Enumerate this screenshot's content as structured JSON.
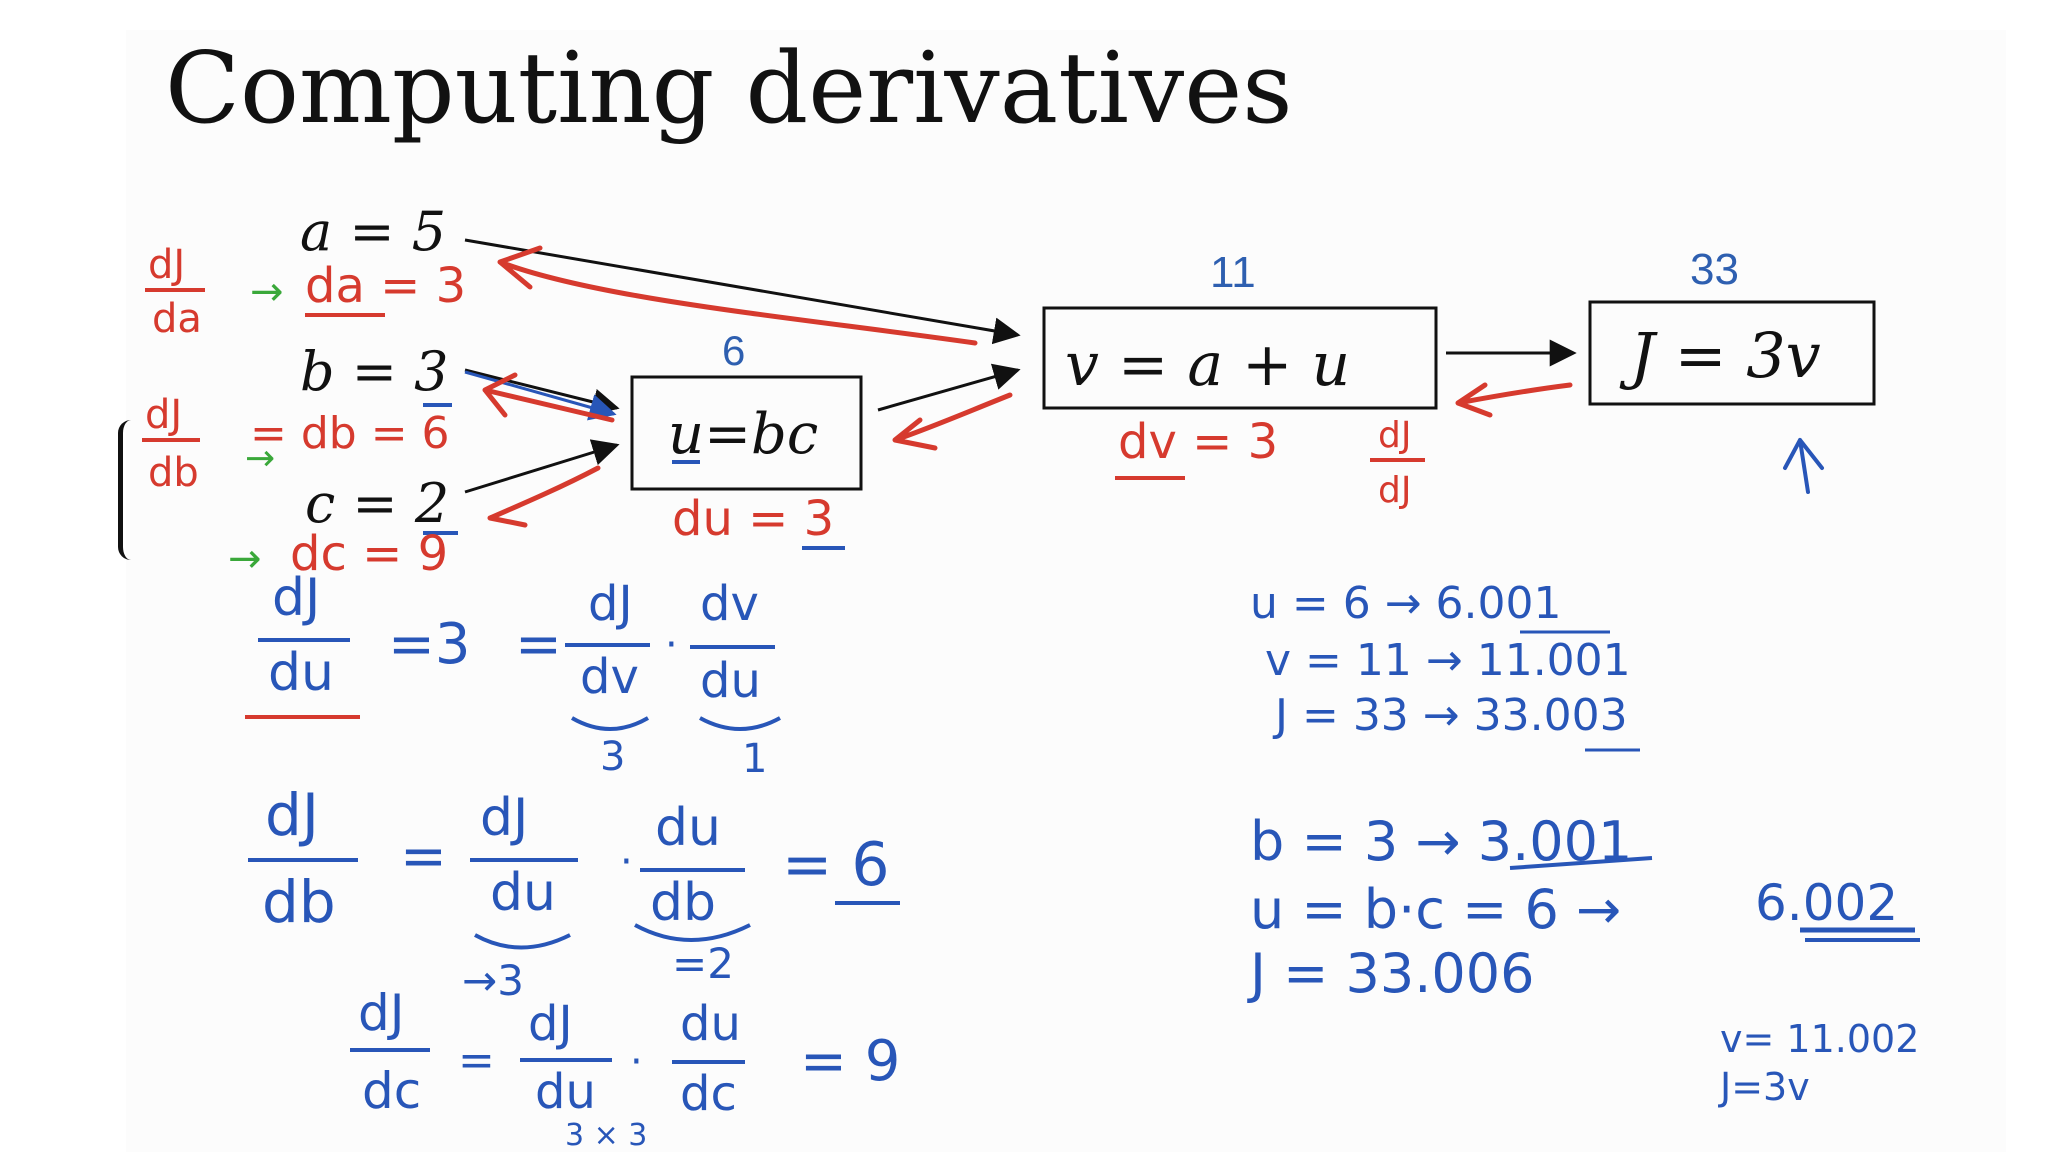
{
  "slide": {
    "title": "Computing derivatives"
  },
  "graph": {
    "inputs": {
      "a": "a = 5",
      "b": "b = 3",
      "c": "c = 2"
    },
    "nodes": {
      "u": {
        "expr": "u=bc",
        "value": "6"
      },
      "v": {
        "expr": "v = a + u",
        "value": "11"
      },
      "J": {
        "expr": "J = 3v",
        "value": "33"
      }
    }
  },
  "annotations": {
    "red": {
      "da_label_num": "dJ",
      "da_label_den": "da",
      "da": "da = 3",
      "db_label_num": "dJ",
      "db_label_den": "db",
      "db": "= db = 6",
      "dc": "dc = 9",
      "dv": "dv = 3",
      "dJ_num": "dJ",
      "dJ_den": "dJ",
      "du": "du = 3",
      "dJdu_num": "dJ",
      "dJdu_den": "du",
      "dJdu_eq": "=3"
    },
    "blue_left": {
      "chain1_eq": "=",
      "chain1_t1_num": "dJ",
      "chain1_t1_den": "dv",
      "chain1_t2_num": "dv",
      "chain1_t2_den": "du",
      "chain1_u1": "3",
      "chain1_u2": "1",
      "chain2_num": "dJ",
      "chain2_den": "db",
      "chain2_t1_num": "dJ",
      "chain2_t1_den": "du",
      "chain2_t2_num": "du",
      "chain2_t2_den": "db",
      "chain2_result": "= 6",
      "chain2_u1": "→3",
      "chain2_u2": "=2",
      "chain3_num": "dJ",
      "chain3_den": "dc",
      "chain3_t1_num": "dJ",
      "chain3_t1_den": "du",
      "chain3_t2_num": "du",
      "chain3_t2_den": "dc",
      "chain3_result": "= 9",
      "chain3_under": "3 × 3"
    },
    "blue_right": {
      "r1": "u = 6  → 6.001",
      "r2": "v = 11  → 11.001",
      "r3": "J = 33 → 33.003",
      "r4": "b = 3 → 3.001",
      "r5": "u = b·c = 6 →",
      "r5b": "6.002",
      "r6": "J = 33.006",
      "r7": "v= 11.002",
      "r8": "J=3v"
    }
  },
  "colors": {
    "ink": "#111111",
    "blue": "#2856b8",
    "red": "#d63a2e",
    "green": "#3aa83a"
  }
}
